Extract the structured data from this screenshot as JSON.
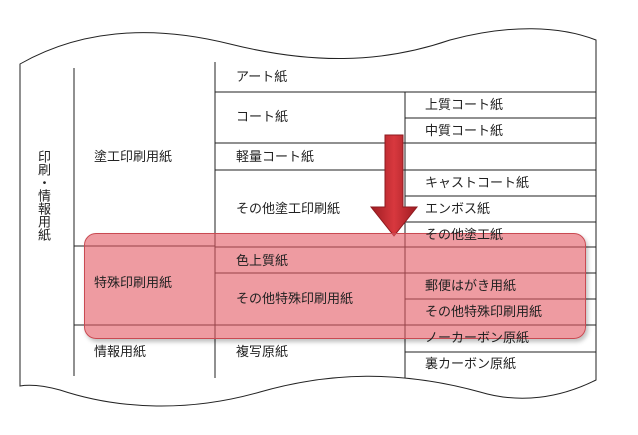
{
  "root_label": "印刷・情報用紙",
  "level1": {
    "coated": "塗工印刷用紙",
    "special": "特殊印刷用紙",
    "info": "情報用紙"
  },
  "level2": {
    "art": "アート紙",
    "coat": "コート紙",
    "light_coat": "軽量コート紙",
    "other_coated": "その他塗工印刷紙",
    "color_woodfree": "色上質紙",
    "other_special": "その他特殊印刷用紙",
    "copy_base": "複写原紙"
  },
  "level3": {
    "woodfree_coat": "上質コート紙",
    "medium_coat": "中質コート紙",
    "cast_coat": "キャストコート紙",
    "emboss": "エンボス紙",
    "other_coated_paper": "その他塗工紙",
    "postcard": "郵便はがき用紙",
    "other_special_paper": "その他特殊印刷用紙",
    "carbonless": "ノーカーボン原紙",
    "back_carbon": "裏カーボン原紙"
  },
  "colors": {
    "highlight": "#e25862",
    "arrow": "#c0292f",
    "line": "#222222"
  }
}
